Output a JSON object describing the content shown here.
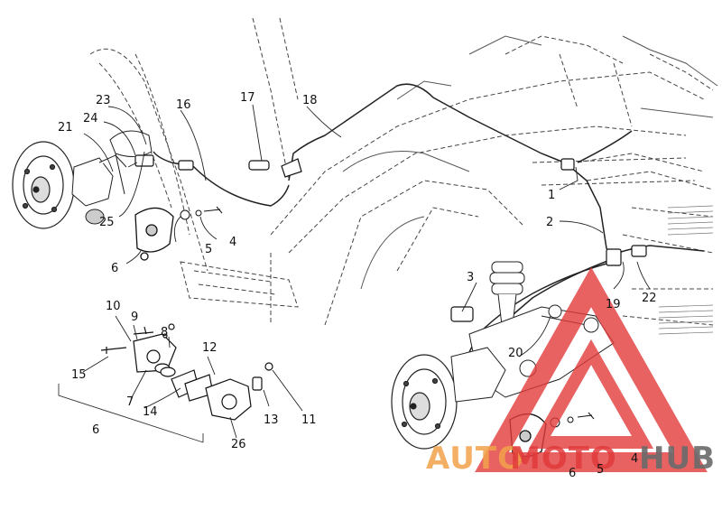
{
  "diagram": {
    "callouts": {
      "c1": "1",
      "c2": "2",
      "c3": "3",
      "c4a": "4",
      "c4b": "4",
      "c5a": "5",
      "c5b": "5",
      "c6a": "6",
      "c6b": "6",
      "c6c": "6",
      "c7": "7",
      "c8": "8",
      "c9": "9",
      "c10": "10",
      "c11": "11",
      "c12": "12",
      "c13": "13",
      "c14": "14",
      "c15": "15",
      "c16": "16",
      "c17": "17",
      "c18": "18",
      "c19": "19",
      "c20": "20",
      "c21": "21",
      "c22": "22",
      "c23": "23",
      "c24": "24",
      "c25": "25",
      "c26": "26"
    }
  },
  "watermark": {
    "text_auto": "AUTO",
    "text_moto": "MOTO",
    "text_hub": "HUB",
    "color_red": "#e23b3b",
    "color_orange": "#f2a24a",
    "color_gray": "#6a6a6a"
  }
}
